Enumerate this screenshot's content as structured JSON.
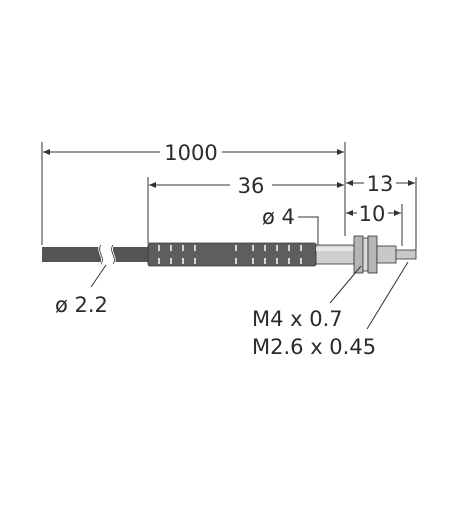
{
  "dimensions": {
    "overall_length": "1000",
    "sleeve_length": "36",
    "thread_to_tip": "13",
    "thread_length": "10"
  },
  "diameters": {
    "sleeve_diameter": "ø 4",
    "cable_diameter": "ø 2.2"
  },
  "threads": {
    "large_thread": "M4 x 0.7",
    "small_thread": "M2.6 x 0.45"
  },
  "colors": {
    "cable": "#555555",
    "sleeve": "#5e5e5e",
    "metal": "#c8c8c8",
    "metal_dark": "#8c8c8c",
    "lines": "#333333"
  }
}
